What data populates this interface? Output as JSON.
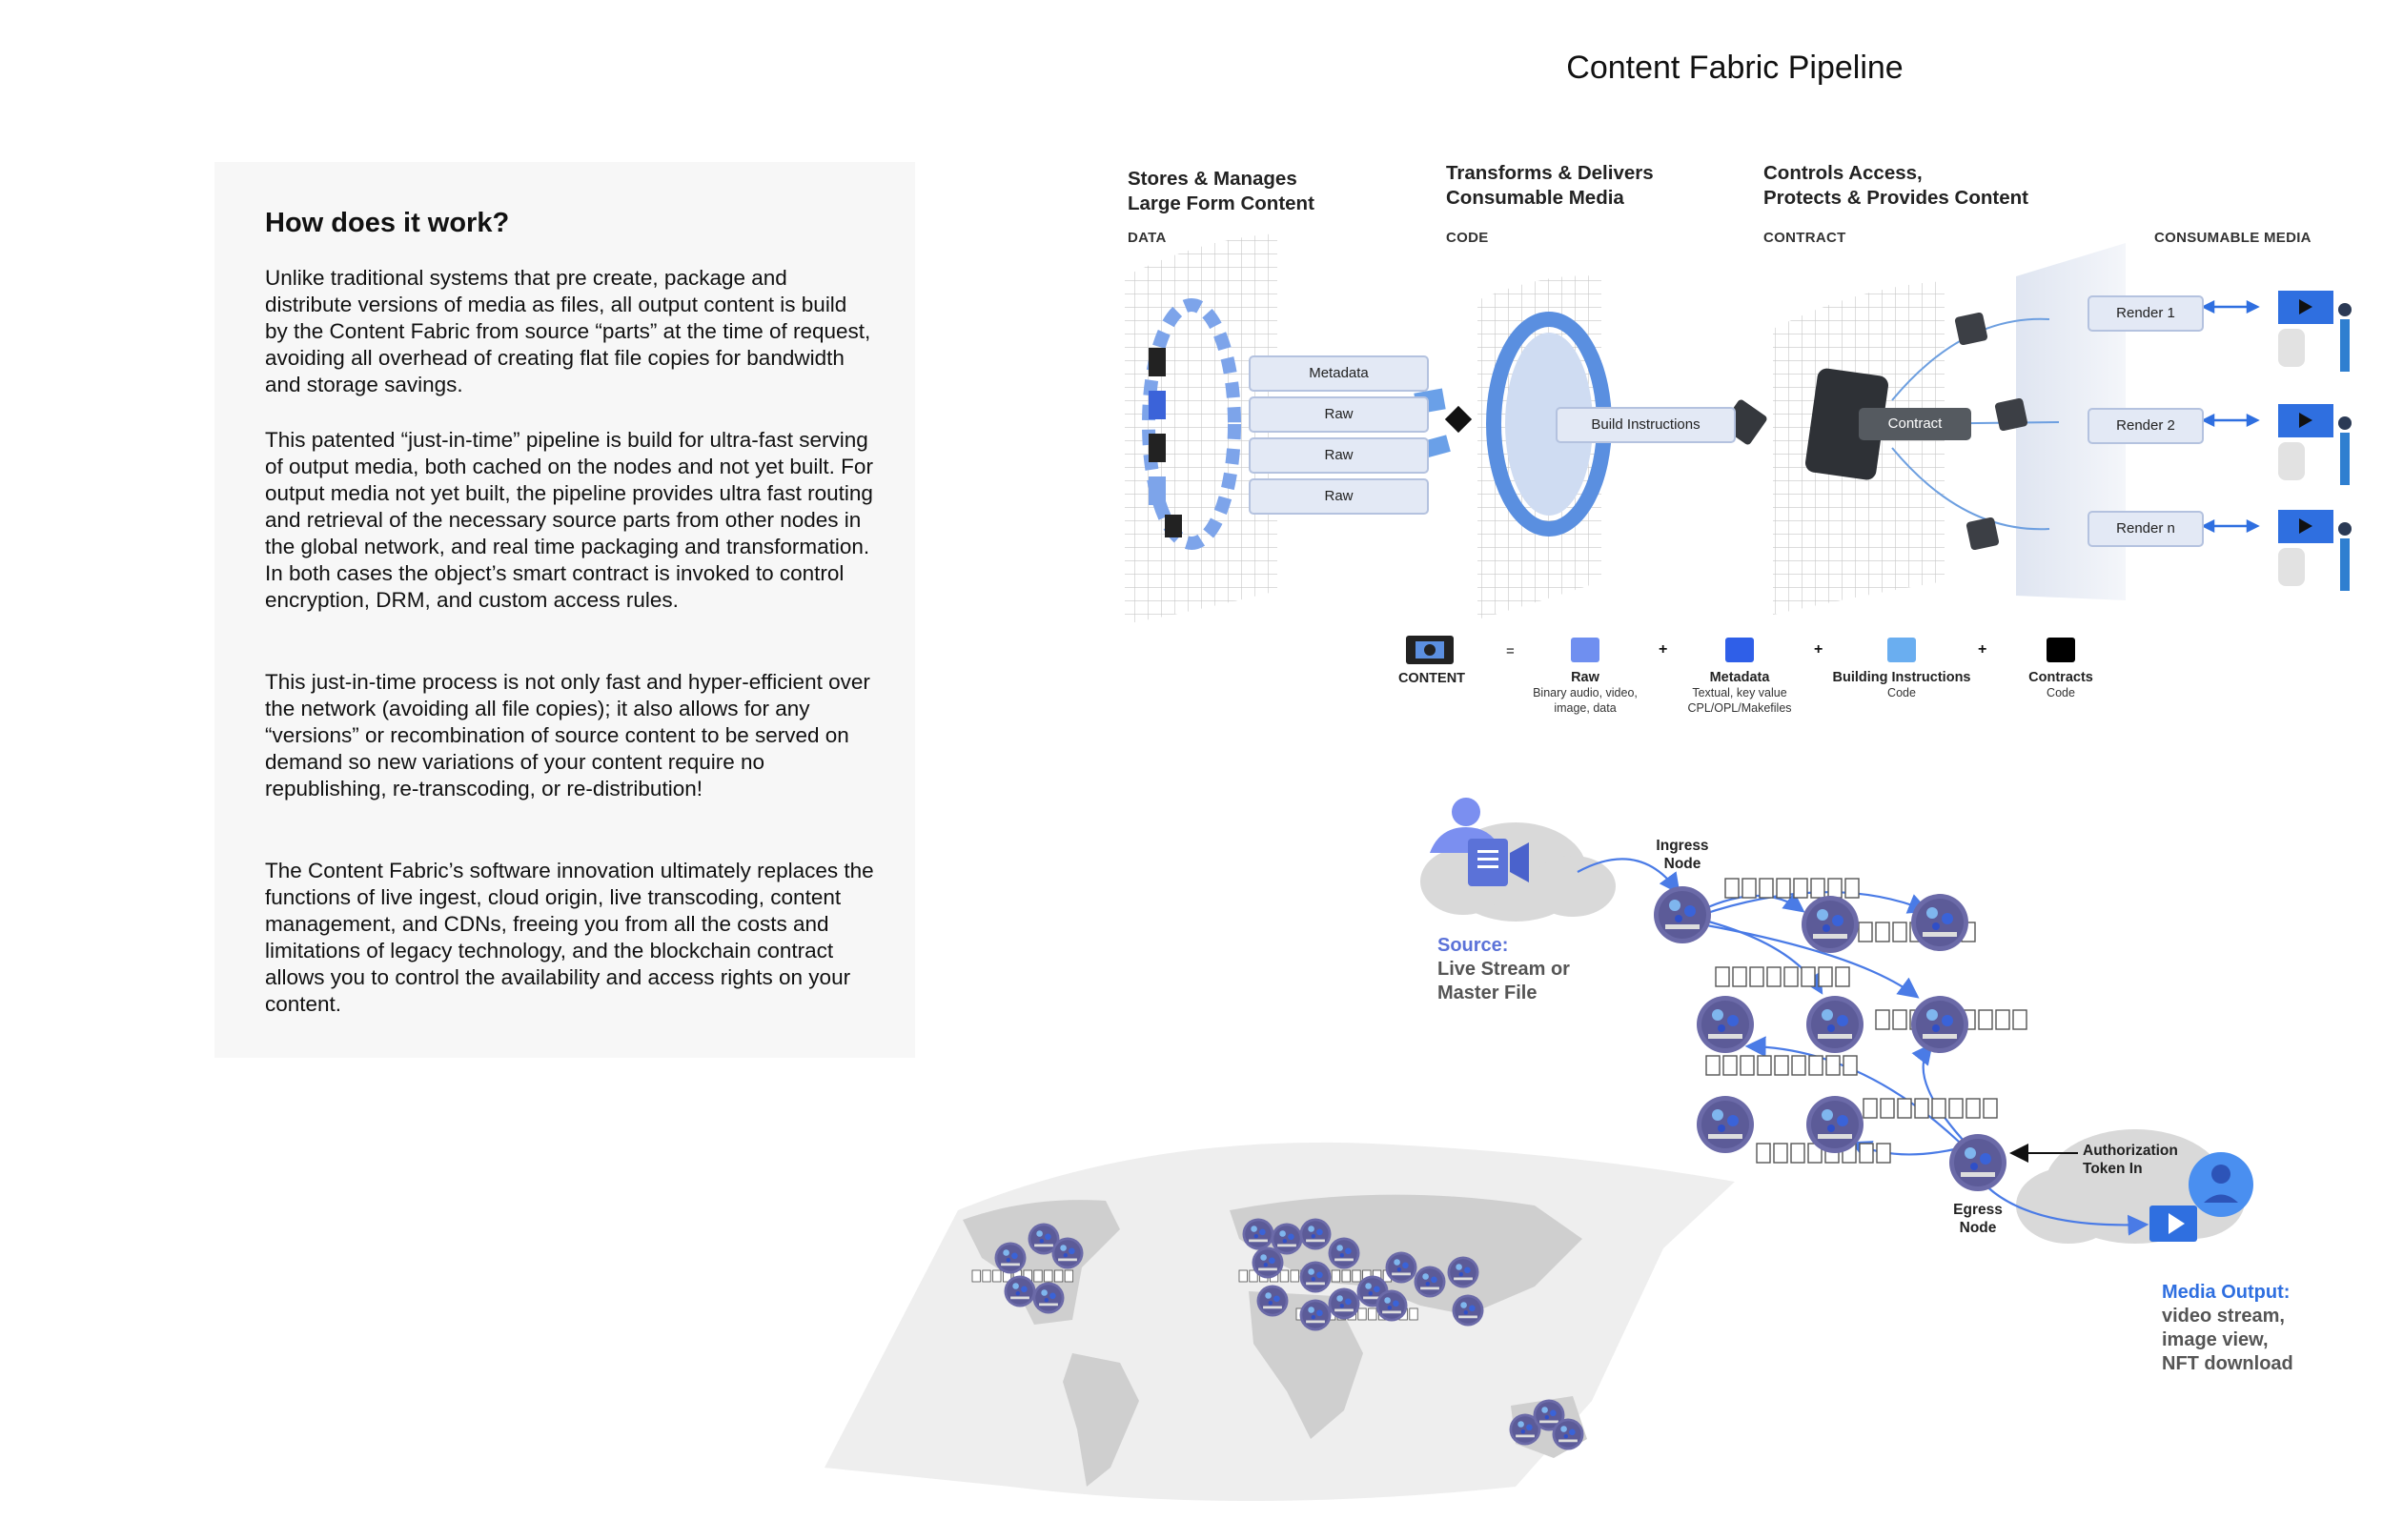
{
  "page_title": "Content Fabric Pipeline",
  "info": {
    "heading": "How does it work?",
    "paragraphs": [
      "Unlike traditional systems that pre create, package and distribute versions of media as files, all output content is build by the Content Fabric from source “parts” at the time of request, avoiding all overhead of creating flat file copies for bandwidth and storage savings.",
      "This patented “just-in-time” pipeline is build for ultra-fast serving of output media, both cached on the nodes and not yet built. For output media not yet built, the pipeline provides ultra fast routing and retrieval of the necessary source parts from other nodes in the global network, and real time packaging and transformation. In both cases the object’s smart contract is invoked to control encryption, DRM, and custom access rules.",
      "This just-in-time process is not only fast and hyper-efficient over the network (avoiding all file copies); it also allows for any “versions” or recombination of source content to be served on demand so new variations of your content require no republishing, re-transcoding, or re-distribution!",
      "The Content Fabric’s software innovation ultimately replaces the functions of live ingest, cloud origin, live transcoding, content management, and CDNs, freeing you from all the costs and limitations of legacy technology, and the blockchain contract allows you to control the availability and access rights on  your content."
    ]
  },
  "pipeline": {
    "sections": [
      {
        "heading_1": "Stores & Manages",
        "heading_2": "Large Form Content",
        "label": "DATA"
      },
      {
        "heading_1": "Transforms & Delivers",
        "heading_2": "Consumable Media",
        "label": "CODE"
      },
      {
        "heading_1": "Controls Access,",
        "heading_2": "Protects & Provides Content",
        "label": "CONTRACT"
      },
      {
        "heading_1": "",
        "heading_2": "",
        "label": "CONSUMABLE MEDIA"
      }
    ],
    "data_items": [
      "Metadata",
      "Raw",
      "Raw",
      "Raw"
    ],
    "build_instructions": "Build Instructions",
    "contract": "Contract",
    "renders": [
      "Render 1",
      "Render 2",
      "Render n"
    ],
    "legend": {
      "content": "CONTENT",
      "equals": "=",
      "plus": "+",
      "items": [
        {
          "title": "Raw",
          "sub1": "Binary audio, video,",
          "sub2": "image, data",
          "color": "#6f8ff0"
        },
        {
          "title": "Metadata",
          "sub1": "Textual, key value",
          "sub2": "CPL/OPL/Makefiles",
          "color": "#2f5fe8"
        },
        {
          "title": "Building Instructions",
          "sub1": "Code",
          "sub2": "",
          "color": "#6aaef0"
        },
        {
          "title": "Contracts",
          "sub1": "Code",
          "sub2": "",
          "color": "#000000"
        }
      ]
    }
  },
  "network": {
    "source_label": "Source:",
    "source_lines": [
      "Live Stream or",
      "Master File"
    ],
    "ingress": [
      "Ingress",
      "Node"
    ],
    "egress": [
      "Egress",
      "Node"
    ],
    "auth": [
      "Authorization",
      "Token In"
    ],
    "media_output_label": "Media Output:",
    "media_output_lines": [
      "video stream,",
      "image view,",
      "NFT download"
    ]
  },
  "colors": {
    "accent_blue": "#2f6fe0",
    "source_blue": "#5b72d8",
    "node_purple": "#6b6aa8",
    "cloud_gray": "#d9d9d9",
    "map_gray": "#d4d4d4"
  }
}
